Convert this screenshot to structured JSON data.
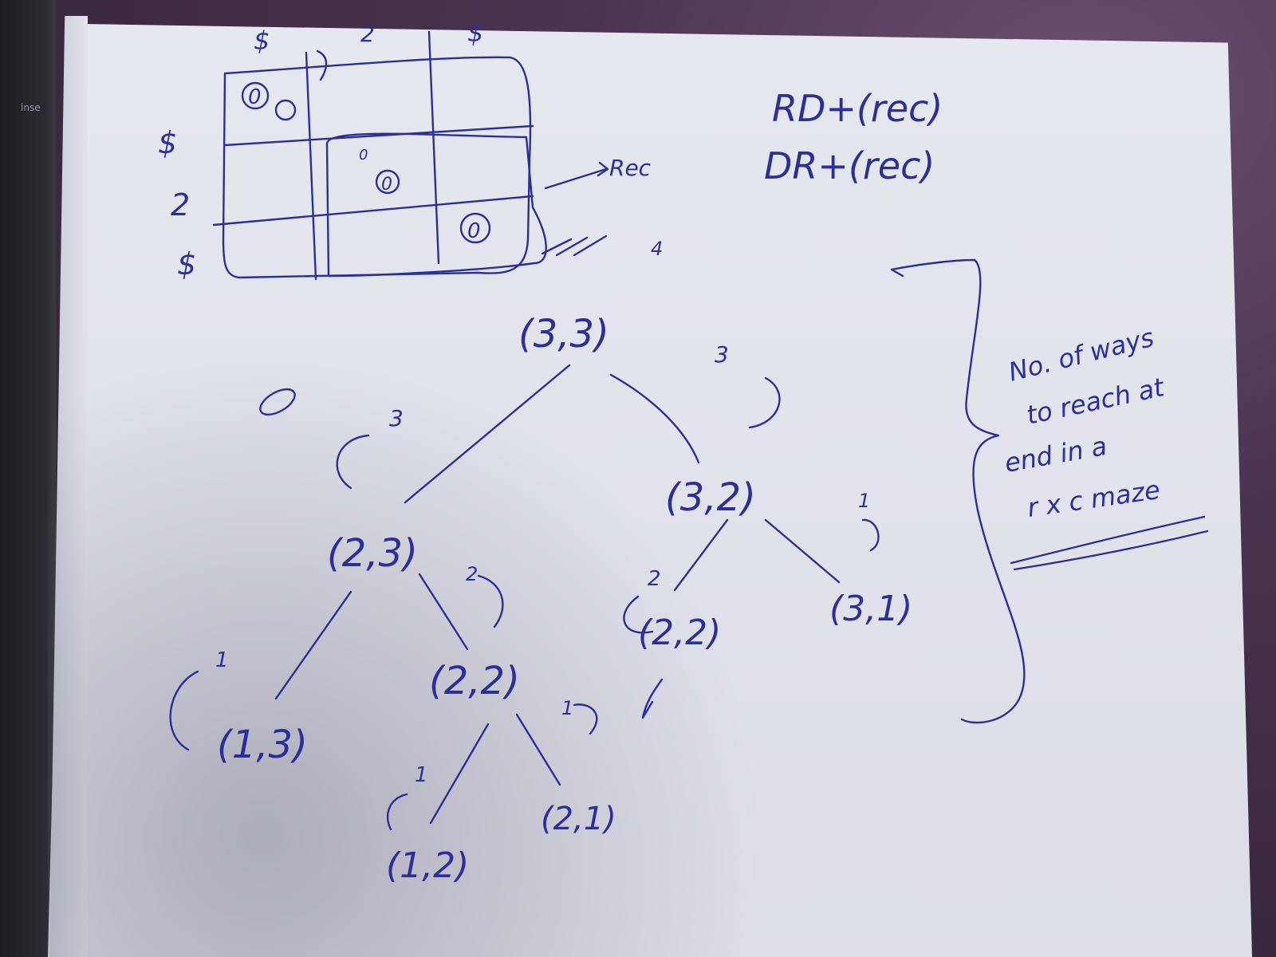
{
  "laptop": {
    "key_label": "inse"
  },
  "grid": {
    "col_labels": [
      "$",
      "2",
      "$"
    ],
    "row_labels": [
      "$",
      "2",
      "$"
    ],
    "cell_marks": [
      "0",
      "0",
      "0",
      "0"
    ],
    "rec_label": "Rec"
  },
  "formulas": {
    "line1": "RD+(rec)",
    "line2": "DR+(rec)"
  },
  "tree": {
    "root": "(3,3)",
    "n23": "(2,3)",
    "n32": "(3,2)",
    "n13": "(1,3)",
    "n22a": "(2,2)",
    "n22b": "(2,2)",
    "n31": "(3,1)",
    "n12": "(1,2)",
    "n21": "(2,1)"
  },
  "counts": {
    "root_top": "4",
    "n23": "3",
    "n32": "3",
    "n22a": "2",
    "n22b": "2",
    "n13": "1",
    "n31": "1",
    "n12": "1",
    "n21": "1"
  },
  "note": {
    "line1": "No. of ways",
    "line2": "to reach at",
    "line3": "end in a",
    "line4": "r x c maze"
  }
}
